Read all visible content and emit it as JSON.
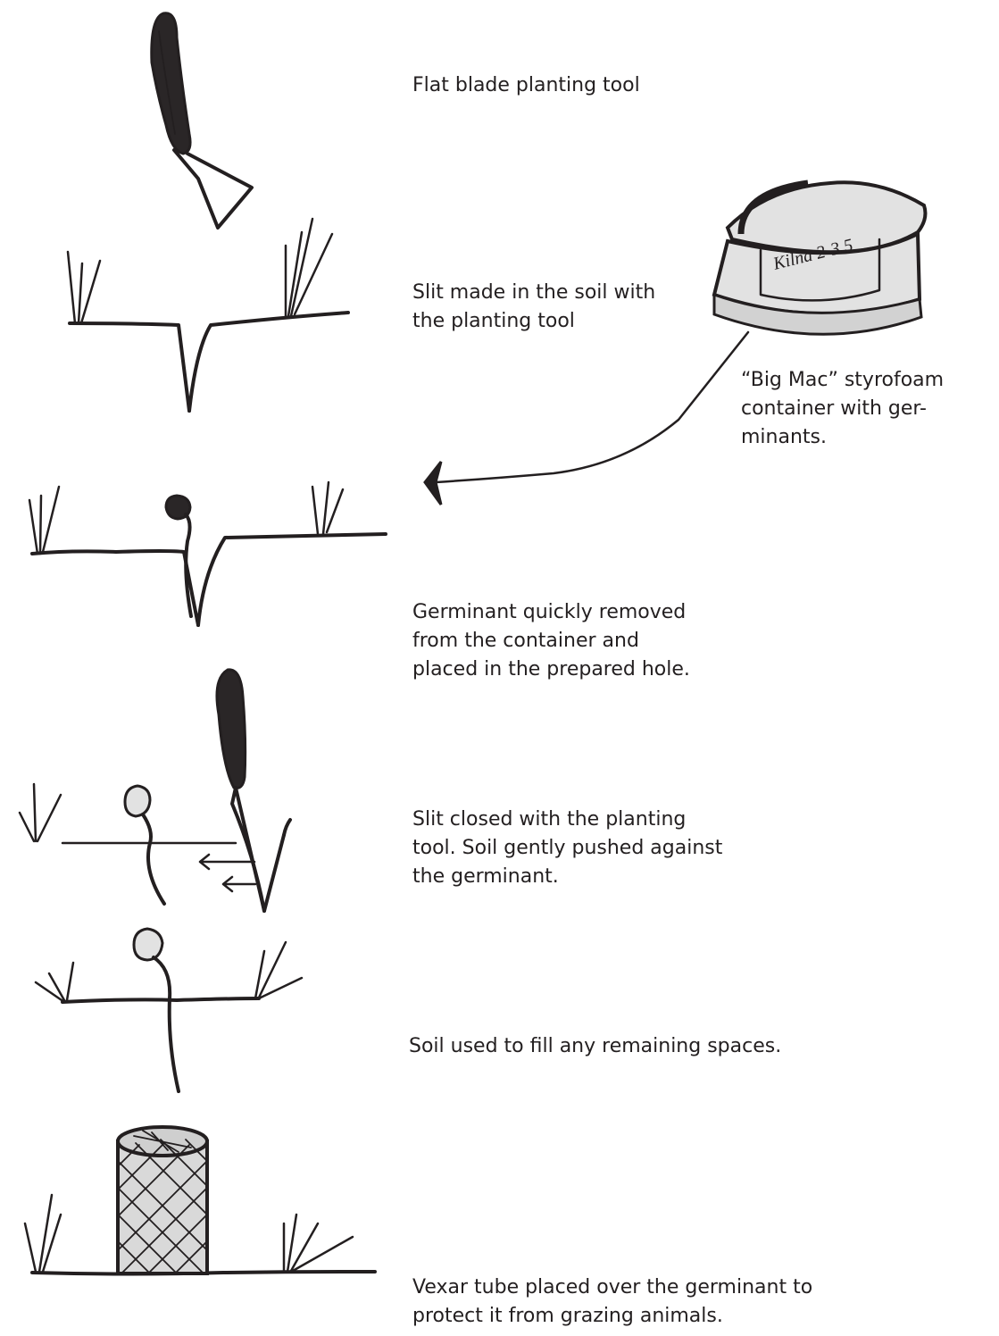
{
  "captions": {
    "tool": [
      "Flat blade planting tool"
    ],
    "slit": [
      "Slit made in the soil with",
      "the planting tool"
    ],
    "container": [
      "“Big Mac” styrofoam",
      "container with ger-",
      "minants."
    ],
    "germinant": [
      "Germinant quickly removed",
      "from the container and",
      "placed in the prepared hole."
    ],
    "closed": [
      "Slit closed with the planting",
      "tool. Soil gently pushed against",
      "the germinant."
    ],
    "fill": [
      "Soil used to fill any remaining spaces."
    ],
    "vexar": [
      "Vexar tube placed over the germinant to",
      "protect it from grazing animals."
    ]
  },
  "container_label": "Kilna 2-3.5",
  "colors": {
    "ink": "#231f20",
    "handle_dark": "#2a2627",
    "handle_light": "#8c8889",
    "styrofoam": "#e2e2e2",
    "tube_fill": "#d9d9d9",
    "background": "#ffffff"
  }
}
